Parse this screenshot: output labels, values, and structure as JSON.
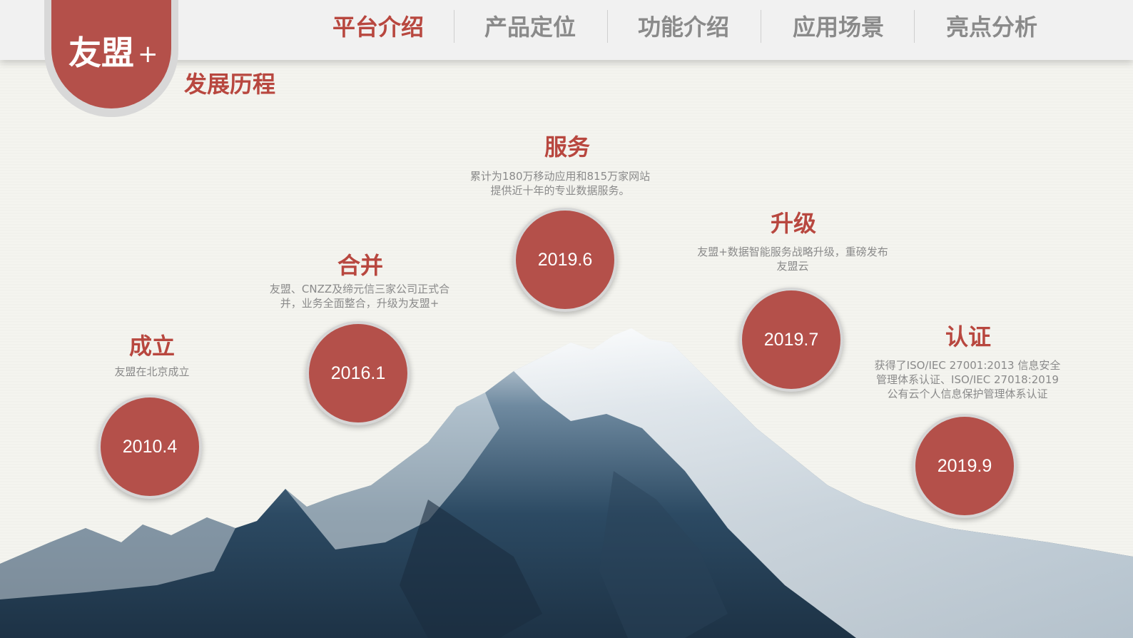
{
  "logo": {
    "text": "友盟",
    "plus": "+"
  },
  "nav": {
    "items": [
      {
        "label": "平台介绍",
        "active": true
      },
      {
        "label": "产品定位",
        "active": false
      },
      {
        "label": "功能介绍",
        "active": false
      },
      {
        "label": "应用场景",
        "active": false
      },
      {
        "label": "亮点分析",
        "active": false
      }
    ]
  },
  "page_title": "发展历程",
  "milestones": [
    {
      "title": "成立",
      "desc": "友盟在北京成立",
      "date": "2010.4"
    },
    {
      "title": "合并",
      "desc": "友盟、CNZZ及缔元信三家公司正式合并，业务全面整合，升级为友盟+",
      "date": "2016.1"
    },
    {
      "title": "服务",
      "desc": "累计为180万移动应用和815万家网站提供近十年的专业数据服务。",
      "date": "2019.6"
    },
    {
      "title": "升级",
      "desc": "友盟+数据智能服务战略升级，重磅发布友盟云",
      "date": "2019.7"
    },
    {
      "title": "认证",
      "desc": "获得了ISO/IEC 27001:2013 信息安全管理体系认证、ISO/IEC 27018:2019 公有云个人信息保护管理体系认证",
      "date": "2019.9"
    }
  ],
  "colors": {
    "accent": "#b8473f",
    "circle": "#b4504a",
    "nav_inactive": "#8a8a8a"
  }
}
